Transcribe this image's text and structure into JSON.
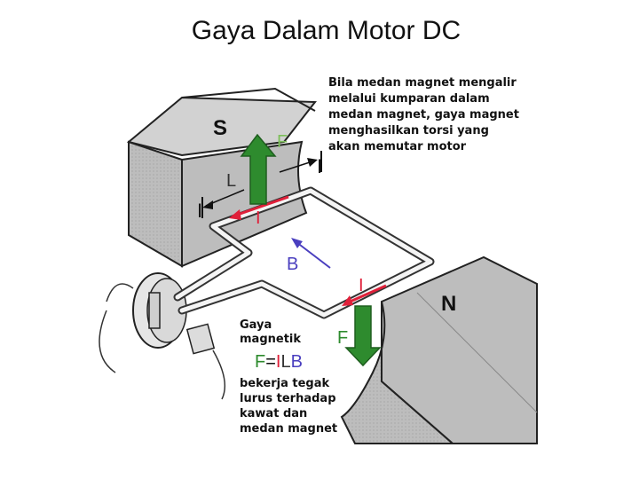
{
  "title": "Gaya Dalam Motor DC",
  "labels": {
    "pole_s": "S",
    "pole_n": "N",
    "force_top": "F",
    "force_bottom": "F",
    "length": "L",
    "current_top": "I",
    "current_bottom": "I",
    "field": "B",
    "current_marker_left": "I",
    "current_marker_right": "I"
  },
  "note_top": [
    "Bila medan magnet mengalir",
    "melalui kumparan dalam",
    "medan magnet, gaya magnet",
    "menghasilkan torsi yang",
    "akan memutar motor"
  ],
  "note_left_header": [
    "Gaya",
    "magnetik"
  ],
  "formula": {
    "f": "F",
    "eq": "=",
    "i": "I",
    "l": "L",
    "b": "B"
  },
  "note_left_body": [
    "bekerja tegak",
    "lurus terhadap",
    "kawat dan",
    "medan magnet"
  ],
  "colors": {
    "magnet_fill": "#b9b9b9",
    "magnet_top": "#cfcfcf",
    "force_green": "#2e8b2e",
    "current_red": "#e0203a",
    "field_blue": "#4a3fbf",
    "force_label": "#7dbf5a"
  }
}
